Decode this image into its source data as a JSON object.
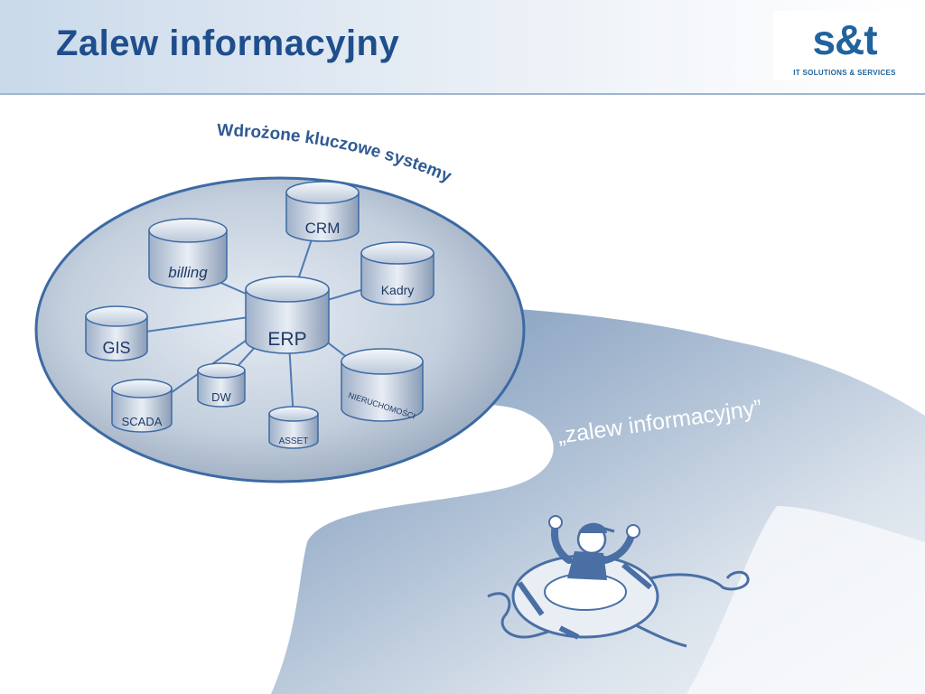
{
  "slide": {
    "title": "Zalew informacyjny"
  },
  "logo": {
    "mark": "s&t",
    "tagline": "IT SOLUTIONS & SERVICES"
  },
  "diagram": {
    "arc_caption": "Wdrożone kluczowe systemy",
    "flood_caption": "„zalew informacyjny”",
    "hub": "ERP",
    "systems": {
      "crm": "CRM",
      "billing": "billing",
      "kadry": "Kadry",
      "gis": "GIS",
      "dw": "DW",
      "scada": "SCADA",
      "asset": "ASSET",
      "nieruchomosci": "NIERUCHOMOŚCI"
    }
  },
  "colors": {
    "title": "#1f4e8c",
    "accent": "#4a6fa5",
    "cylinder_text": "#1f3a66"
  }
}
